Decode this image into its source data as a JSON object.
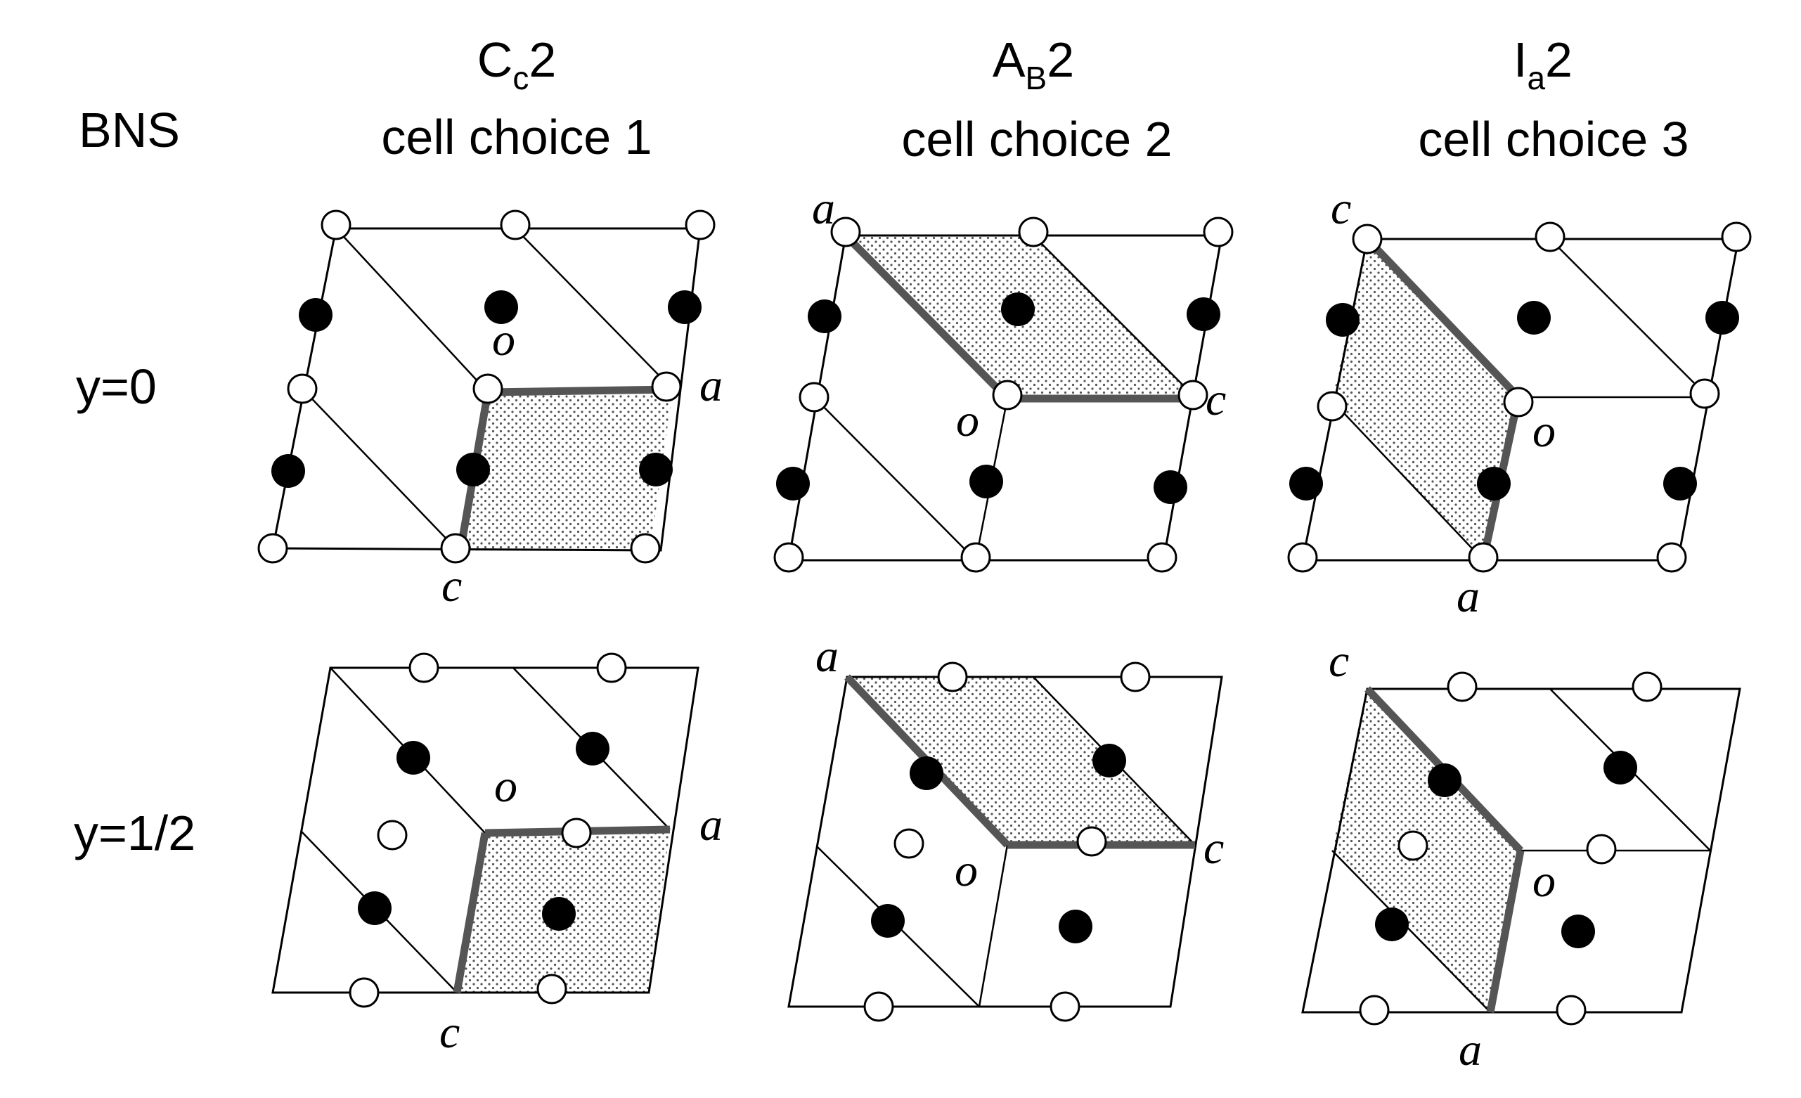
{
  "header": {
    "row_label": "BNS",
    "columns": [
      {
        "symbol_main": "C",
        "symbol_sub": "c",
        "symbol_tail": "2",
        "cell_choice": "cell choice 1"
      },
      {
        "symbol_main": "A",
        "symbol_sub": "B",
        "symbol_tail": "2",
        "cell_choice": "cell choice 2"
      },
      {
        "symbol_main": "I",
        "symbol_sub": "a",
        "symbol_tail": "2",
        "cell_choice": "cell choice 3"
      }
    ]
  },
  "rows": [
    {
      "label": "y=0"
    },
    {
      "label": "y=1/2"
    }
  ],
  "axis_labels": {
    "a": "a",
    "c": "c",
    "origin": "o"
  },
  "panels": [
    {
      "id": "p1",
      "labels": {
        "origin": "o",
        "right": "a",
        "bottom": "c"
      }
    },
    {
      "id": "p2",
      "labels": {
        "origin": "o",
        "topleft": "a",
        "right": "c"
      }
    },
    {
      "id": "p3",
      "labels": {
        "origin": "o",
        "topleft": "c",
        "bottom": "a"
      }
    },
    {
      "id": "p4",
      "labels": {
        "origin": "o",
        "right": "a",
        "bottom": "c"
      }
    },
    {
      "id": "p5",
      "labels": {
        "origin": "o",
        "topleft": "a",
        "right": "c"
      }
    },
    {
      "id": "p6",
      "labels": {
        "origin": "o",
        "topleft": "c",
        "bottom": "a"
      }
    }
  ]
}
